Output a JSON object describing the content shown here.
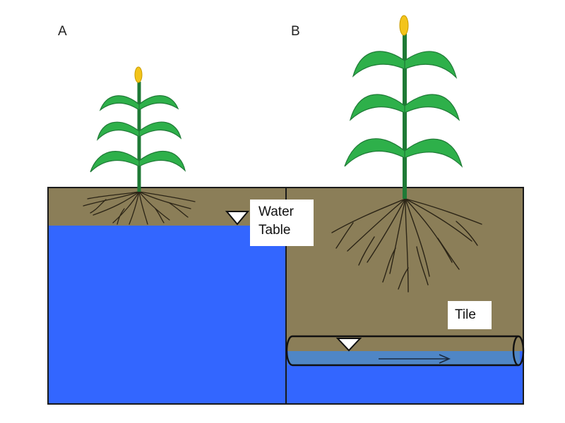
{
  "panels": {
    "a": {
      "label": "A"
    },
    "b": {
      "label": "B"
    }
  },
  "callouts": {
    "water_table": "Water\nTable",
    "tile": "Tile"
  },
  "colors": {
    "soil": "#8b7e58",
    "groundwater": "#3366ff",
    "tile_water": "#4f86c6",
    "stem": "#1f7a36",
    "leaf": "#2eb04a",
    "tassel": "#f3c41a",
    "root": "#2b2416"
  },
  "icons": {
    "water_marker": "inverted-triangle-icon",
    "flow_direction": "arrow-right-icon"
  }
}
